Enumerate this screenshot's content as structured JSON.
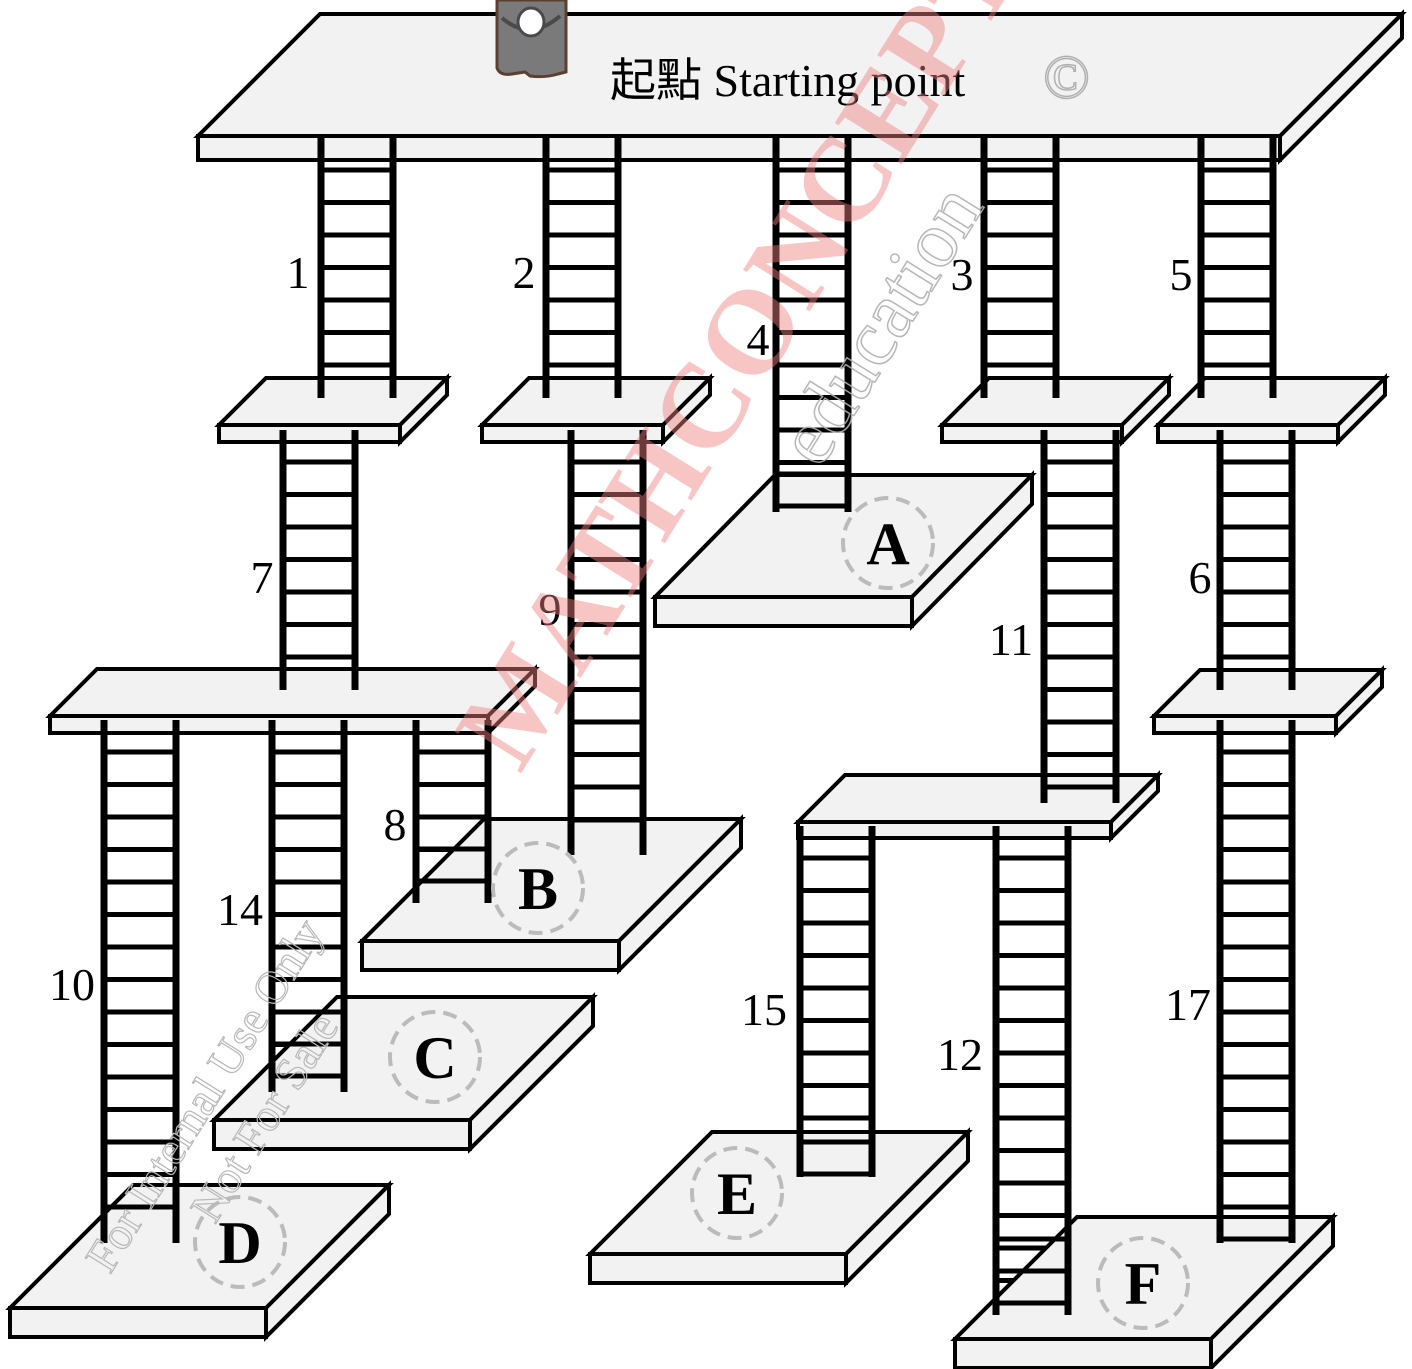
{
  "start": {
    "label": "起點 Starting point"
  },
  "ladders": [
    {
      "id": "1",
      "label": "1"
    },
    {
      "id": "2",
      "label": "2"
    },
    {
      "id": "3",
      "label": "3"
    },
    {
      "id": "4",
      "label": "4"
    },
    {
      "id": "5",
      "label": "5"
    },
    {
      "id": "6",
      "label": "6"
    },
    {
      "id": "7",
      "label": "7"
    },
    {
      "id": "8",
      "label": "8"
    },
    {
      "id": "9",
      "label": "9"
    },
    {
      "id": "10",
      "label": "10"
    },
    {
      "id": "11",
      "label": "11"
    },
    {
      "id": "12",
      "label": "12"
    },
    {
      "id": "14",
      "label": "14"
    },
    {
      "id": "15",
      "label": "15"
    },
    {
      "id": "17",
      "label": "17"
    }
  ],
  "destinations": [
    {
      "id": "A",
      "label": "A"
    },
    {
      "id": "B",
      "label": "B"
    },
    {
      "id": "C",
      "label": "C"
    },
    {
      "id": "D",
      "label": "D"
    },
    {
      "id": "E",
      "label": "E"
    },
    {
      "id": "F",
      "label": "F"
    }
  ],
  "watermark": {
    "brand": "MATHCONCEPT",
    "sub": "education",
    "copyright": "©",
    "note_line1": "For Internal Use Only",
    "note_line2": "Not For Sale"
  },
  "colors": {
    "platform_fill": "#f2f2f2",
    "stroke": "#000000",
    "watermark_red": "#f08080",
    "watermark_grey": "#c8c8c8",
    "badge_ring": "#bbbbbb"
  }
}
